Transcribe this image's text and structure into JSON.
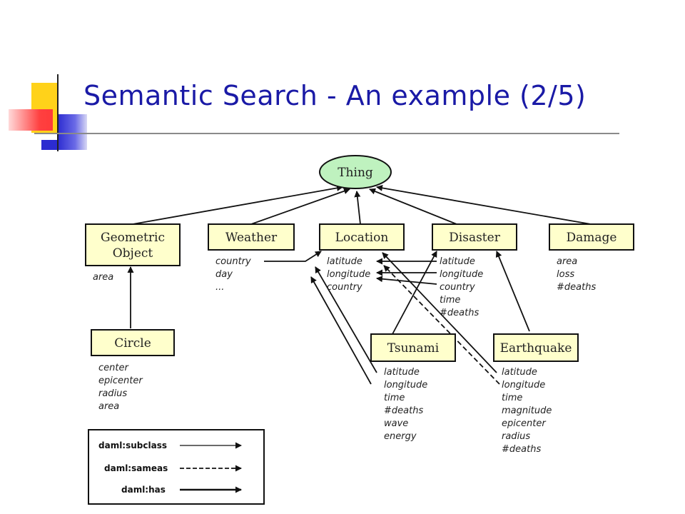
{
  "slide": {
    "title": "Semantic Search - An example (2/5)"
  },
  "colors": {
    "title": "#1a1aa6",
    "node_fill": "#ffffcc",
    "root_fill": "#bff2bf",
    "deco_yellow": "#ffcc00",
    "deco_blue": "#3333cc",
    "deco_red": "#ff4444"
  },
  "diagram": {
    "root": "Thing",
    "nodes": {
      "geometric_object": [
        "Geometric",
        "Object"
      ],
      "weather": "Weather",
      "location": "Location",
      "disaster": "Disaster",
      "damage": "Damage",
      "circle": "Circle",
      "tsunami": "Tsunami",
      "earthquake": "Earthquake"
    },
    "attributes": {
      "geometric_object": [
        "area"
      ],
      "weather": [
        "country",
        "day",
        "..."
      ],
      "location": [
        "latitude",
        "longitude",
        "country"
      ],
      "disaster": [
        "latitude",
        "longitude",
        "country",
        "time",
        "#deaths"
      ],
      "damage": [
        "area",
        "loss",
        "#deaths"
      ],
      "circle": [
        "center",
        "epicenter",
        "radius",
        "area"
      ],
      "tsunami": [
        "latitude",
        "longitude",
        "time",
        "#deaths",
        "wave",
        "energy"
      ],
      "earthquake": [
        "latitude",
        "longitude",
        "time",
        "magnitude",
        "epicenter",
        "radius",
        "#deaths"
      ]
    },
    "legend": [
      {
        "label": "daml:subclass",
        "style": "thin-solid"
      },
      {
        "label": "daml:sameas",
        "style": "dashed"
      },
      {
        "label": "daml:has",
        "style": "thick-solid"
      }
    ]
  }
}
